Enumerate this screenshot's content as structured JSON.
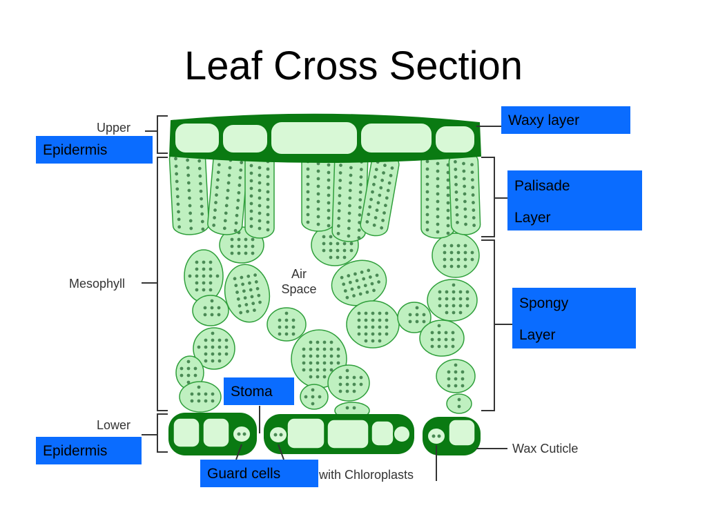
{
  "title": "Leaf Cross Section",
  "diagram_labels": {
    "upper": "Upper",
    "mesophyll": "Mesophyll",
    "lower": "Lower",
    "air_space_line1": "Air",
    "air_space_line2": "Space",
    "wax_cuticle": "Wax Cuticle",
    "with_chloroplasts": "with Chloroplasts"
  },
  "callouts": {
    "upper_epidermis": "Epidermis",
    "waxy_layer": "Waxy layer",
    "palisade_line1": "Palisade",
    "palisade_line2": "Layer",
    "spongy_line1": "Spongy",
    "spongy_line2": "Layer",
    "stoma": "Stoma",
    "lower_epidermis": "Epidermis",
    "guard_cells": "Guard cells"
  },
  "colors": {
    "callout_bg": "#0a6cff",
    "cell_fill": "#bff0c0",
    "epidermis_fill": "#d8f8d6",
    "cell_outline": "#2e9e3a",
    "cuticle": "#0a7a12",
    "chloroplast": "#4a8a55"
  }
}
